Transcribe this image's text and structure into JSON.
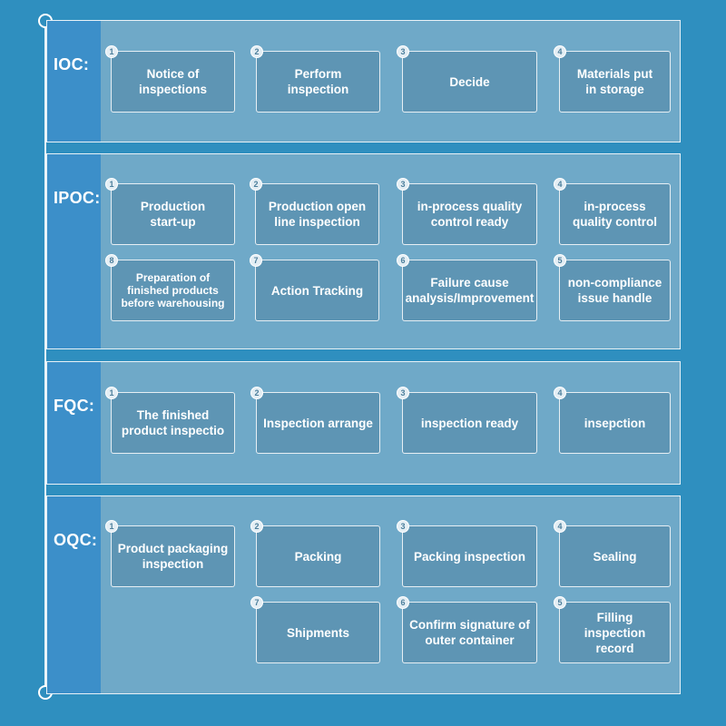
{
  "sections": [
    {
      "label": "IOC:",
      "steps": [
        {
          "num": "1",
          "text": "Notice of\ninspections"
        },
        {
          "num": "2",
          "text": "Perform\ninspection"
        },
        {
          "num": "3",
          "text": "Decide"
        },
        {
          "num": "4",
          "text": "Materials put\nin storage"
        }
      ]
    },
    {
      "label": "IPOC:",
      "steps": [
        {
          "num": "1",
          "text": "Production\nstart-up"
        },
        {
          "num": "2",
          "text": "Production open\nline inspection"
        },
        {
          "num": "3",
          "text": "in-process quality\ncontrol ready"
        },
        {
          "num": "4",
          "text": "in-process\nquality control"
        },
        {
          "num": "8",
          "text": "Preparation of\nfinished products\nbefore warehousing"
        },
        {
          "num": "7",
          "text": "Action Tracking"
        },
        {
          "num": "6",
          "text": "Failure cause\nanalysis/Improvement"
        },
        {
          "num": "5",
          "text": "non-compliance\nissue handle"
        }
      ]
    },
    {
      "label": "FQC:",
      "steps": [
        {
          "num": "1",
          "text": "The finished\nproduct inspectio"
        },
        {
          "num": "2",
          "text": "Inspection arrange"
        },
        {
          "num": "3",
          "text": "inspection ready"
        },
        {
          "num": "4",
          "text": "insepction"
        }
      ]
    },
    {
      "label": "OQC:",
      "steps": [
        {
          "num": "1",
          "text": "Product packaging\ninspection"
        },
        {
          "num": "2",
          "text": "Packing"
        },
        {
          "num": "3",
          "text": "Packing inspection"
        },
        {
          "num": "4",
          "text": "Sealing"
        },
        {
          "num": "7",
          "text": "Shipments"
        },
        {
          "num": "6",
          "text": "Confirm signature of\nouter container"
        },
        {
          "num": "5",
          "text": "Filling inspection\nrecord"
        }
      ]
    }
  ]
}
